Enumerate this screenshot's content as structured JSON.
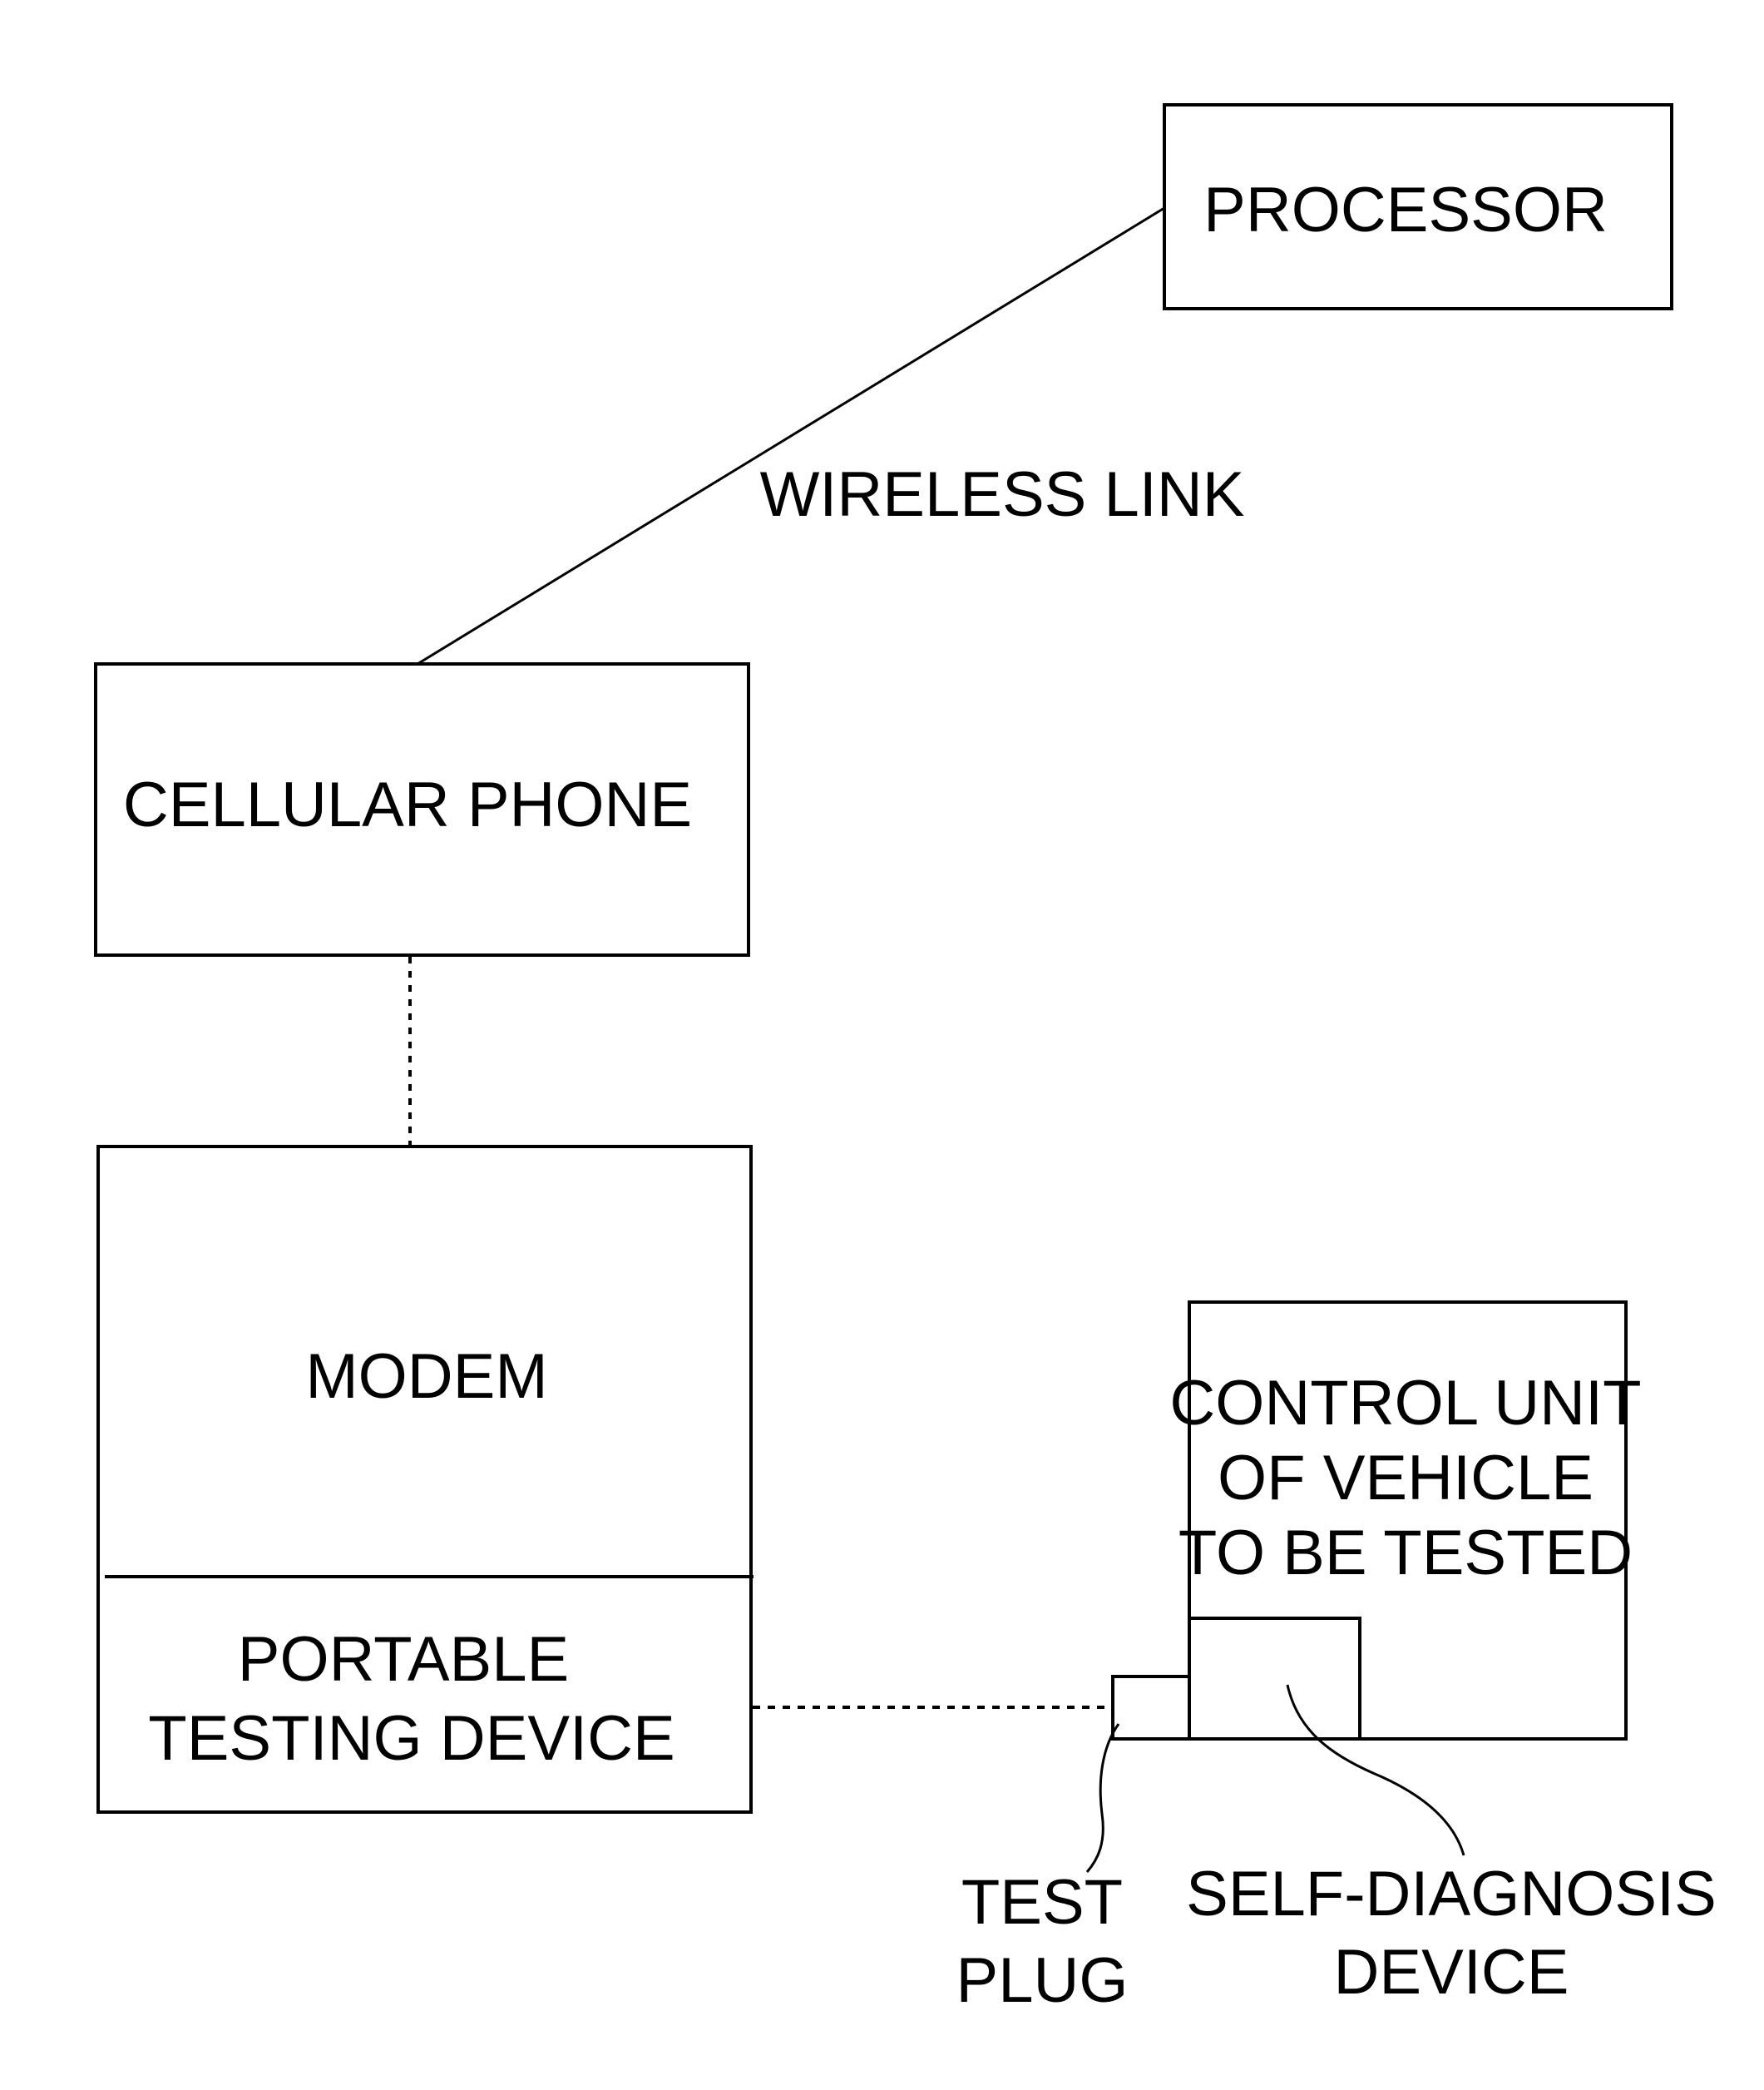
{
  "nodes": {
    "processor": "PROCESSOR",
    "cellular_phone": "CELLULAR PHONE",
    "modem": "MODEM",
    "portable_testing_device": [
      "PORTABLE",
      "TESTING DEVICE"
    ],
    "control_unit": [
      "CONTROL UNIT",
      "OF VEHICLE",
      "TO BE TESTED"
    ],
    "test_plug": [
      "TEST",
      "PLUG"
    ],
    "self_diagnosis_device": [
      "SELF-DIAGNOSIS",
      "DEVICE"
    ]
  },
  "links": {
    "wireless_link": "WIRELESS LINK"
  }
}
